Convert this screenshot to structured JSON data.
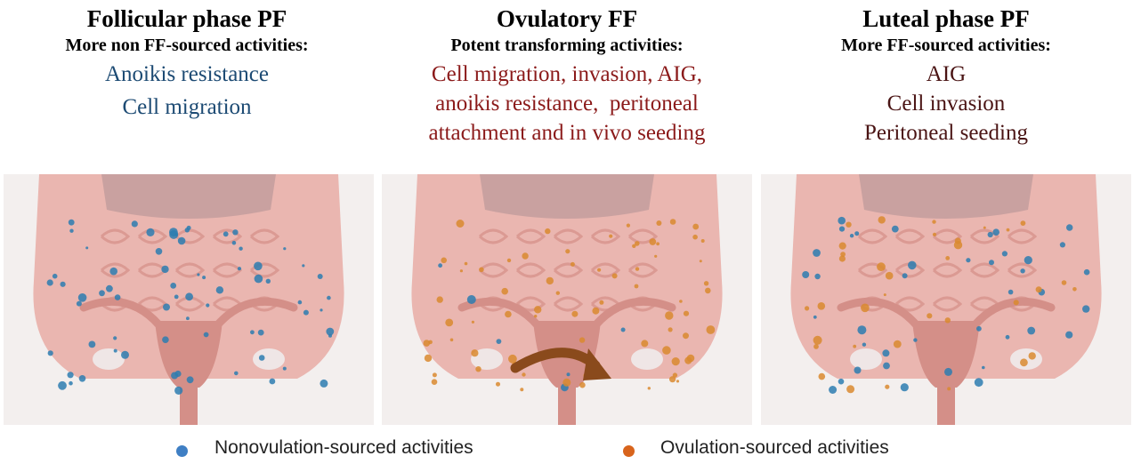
{
  "panels": [
    {
      "title": "Follicular phase PF",
      "subtitle": "More non FF-sourced activities:",
      "activities": [
        "Anoikis resistance",
        "Cell migration"
      ]
    },
    {
      "title": "Ovulatory FF",
      "subtitle": "Potent transforming activities:",
      "activities": [
        "Cell migration, invasion, AIG,",
        "anoikis resistance,  peritoneal",
        "attachment and in vivo seeding"
      ]
    },
    {
      "title": "Luteal phase PF",
      "subtitle": "More FF-sourced activities:",
      "activities": [
        "AIG",
        "Cell invasion",
        "Peritoneal seeding"
      ]
    }
  ],
  "legend": [
    {
      "label": "Nonovulation-sourced activities",
      "color": "#3f7fc4"
    },
    {
      "label": "Ovulation-sourced activities",
      "color": "#d8641c"
    }
  ],
  "colors": {
    "blue_dot": "#2d7db0",
    "orange_dot": "#d9892f",
    "tissue": "#eab6b0",
    "tissue_dark": "#d48f88",
    "arrow": "#8a4a1c"
  }
}
